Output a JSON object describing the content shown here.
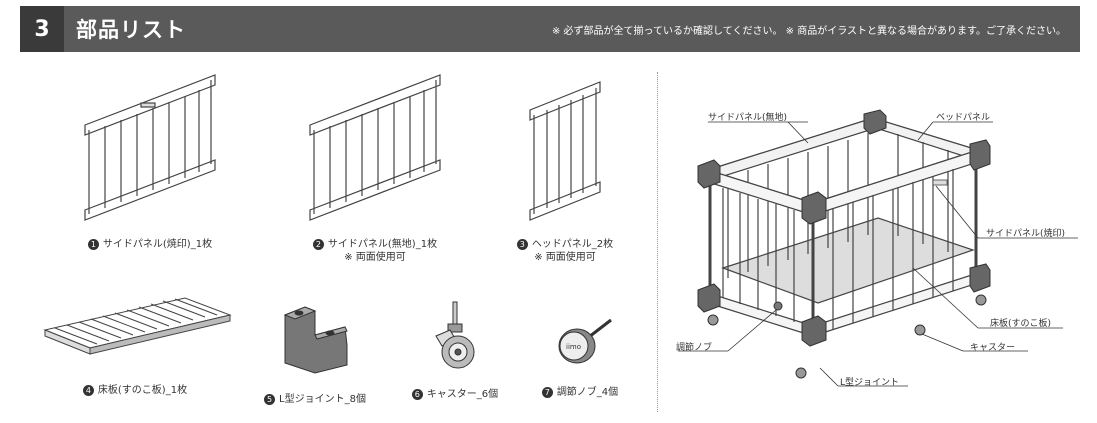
{
  "header": {
    "step_number": "3",
    "title": "部品リスト",
    "notes": "※ 必ず部品が全て揃っているか確認してください。 ※ 商品がイラストと異なる場合があります。ご了承ください。"
  },
  "parts": [
    {
      "num": "1",
      "label": "サイドパネル(焼印)_1枚",
      "sub": ""
    },
    {
      "num": "2",
      "label": "サイドパネル(無地)_1枚",
      "sub": "※ 両面使用可"
    },
    {
      "num": "3",
      "label": "ヘッドパネル_2枚",
      "sub": "※ 両面使用可"
    },
    {
      "num": "4",
      "label": "床板(すのこ板)_1枚",
      "sub": ""
    },
    {
      "num": "5",
      "label": "L型ジョイント_8個",
      "sub": ""
    },
    {
      "num": "6",
      "label": "キャスター_6個",
      "sub": ""
    },
    {
      "num": "7",
      "label": "調節ノブ_4個",
      "sub": ""
    }
  ],
  "assembly_labels": {
    "side_panel_plain": "サイドパネル(無地)",
    "bed_panel": "ベッドパネル",
    "side_panel_brand": "サイドパネル(焼印)",
    "floor_board": "床板(すのこ板)",
    "adjust_knob": "調節ノブ",
    "caster": "キャスター",
    "l_joint": "L型ジョイント"
  },
  "brand_mark": "iimo"
}
